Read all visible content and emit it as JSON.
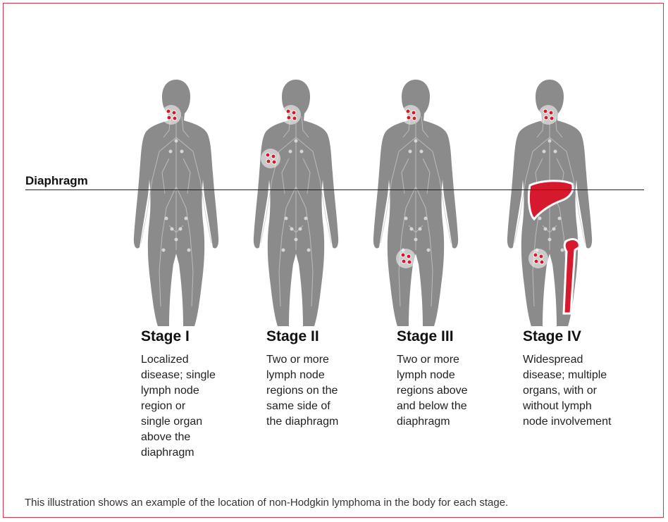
{
  "diaphragm_label": "Diaphragm",
  "stages": [
    {
      "title": "Stage I",
      "description": [
        "Localized",
        "disease; single",
        "lymph node",
        "region or",
        "single organ",
        "above the",
        "diaphragm"
      ]
    },
    {
      "title": "Stage II",
      "description": [
        "Two or more",
        "lymph node",
        "regions on the",
        "same side of",
        "the diaphragm"
      ]
    },
    {
      "title": "Stage III",
      "description": [
        "Two or more",
        "lymph node",
        "regions above",
        "and below the",
        "diaphragm"
      ]
    },
    {
      "title": "Stage IV",
      "description": [
        "Widespread",
        "disease; multiple",
        "organs, with or",
        "without lymph",
        "node involvement"
      ]
    }
  ],
  "caption": "This illustration shows an example of the location of non-Hodgkin lymphoma in the body for each stage.",
  "colors": {
    "accent": "#e0324b",
    "body": "#8b8b8b",
    "tumor": "#d7192d",
    "line": "#222222"
  }
}
